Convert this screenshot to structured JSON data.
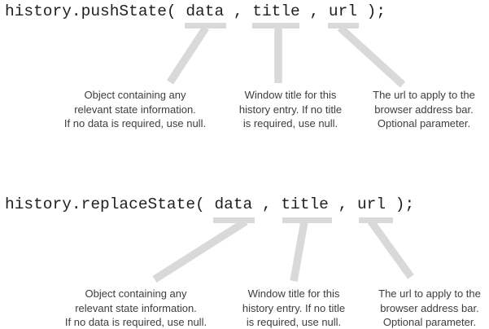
{
  "colors": {
    "background": "#ffffff",
    "connector": "#d9d9d9",
    "code_text": "#1f1f1f",
    "annotation_text": "#3d3d3d"
  },
  "sections": [
    {
      "code": "history.pushState( data , title , url );",
      "annotations": [
        {
          "param": "data",
          "lines": [
            "Object containing any",
            "relevant state information.",
            "If no data is required, use null."
          ]
        },
        {
          "param": "title",
          "lines": [
            "Window title for this",
            "history entry. If no title",
            "is required, use null."
          ]
        },
        {
          "param": "url",
          "lines": [
            "The url to apply to the",
            "browser address bar.",
            "Optional parameter."
          ]
        }
      ]
    },
    {
      "code": "history.replaceState( data , title , url );",
      "annotations": [
        {
          "param": "data",
          "lines": [
            "Object containing any",
            "relevant state information.",
            "If no data is required, use null."
          ]
        },
        {
          "param": "title",
          "lines": [
            "Window title for this",
            "history entry. If no title",
            "is required, use null."
          ]
        },
        {
          "param": "url",
          "lines": [
            "The url to apply to the",
            "browser address bar.",
            "Optional parameter."
          ]
        }
      ]
    }
  ]
}
